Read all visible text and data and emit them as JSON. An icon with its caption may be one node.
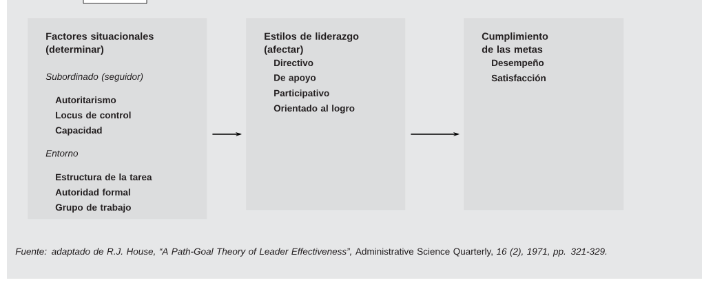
{
  "diagram": {
    "caption": "*Fuente: adaptado de R.J. House, “A Path-Goal Theory of Leader Effectiveness”,* Administrative Science Quarterly, *16 (2), 1971, pp. 321-329.*",
    "nodes": [
      {
        "text": [
          "Factores situacionales (determinar)",
          "Subordinado (seguidor)",
          "Autoritarismo",
          "Locus de control",
          "Capacidad",
          "Entorno",
          "Estructura de la tarea",
          "Autoridad formal",
          "Grupo de trabajo"
        ]
      },
      {
        "text": [
          "Estilos de liderazgo (afectar)",
          "Directivo",
          "De apoyo",
          "Participativo",
          "Orientado al logro"
        ]
      },
      {
        "text": [
          "Cumplimiento de las metas",
          "Desempeño",
          "Satisfacción"
        ]
      }
    ],
    "edges": [
      {
        "from": 0,
        "to": 1,
        "arrow": "to"
      },
      {
        "from": 1,
        "to": 2,
        "arrow": "to"
      }
    ]
  }
}
